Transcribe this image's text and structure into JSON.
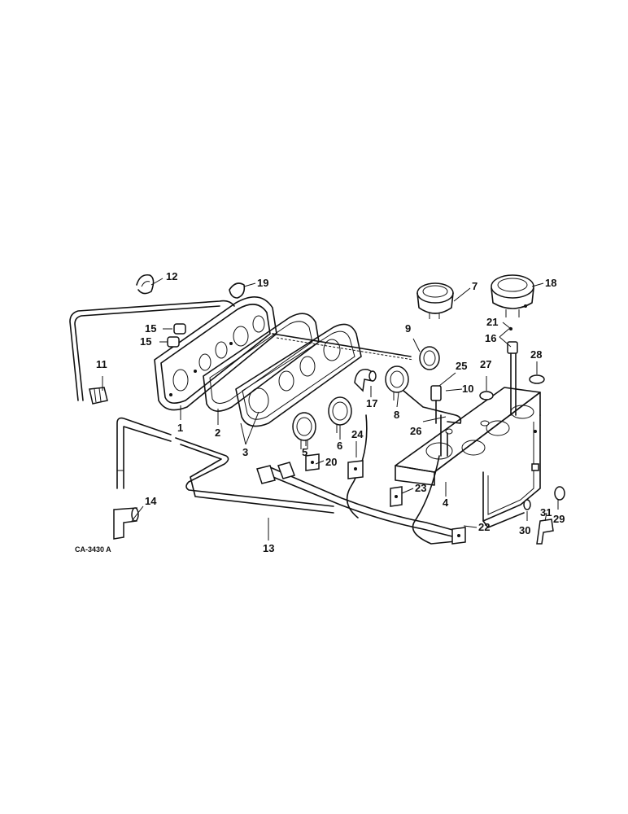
{
  "figure_code": "CA-3430 A",
  "callouts": [
    {
      "id": "c1",
      "text": "1"
    },
    {
      "id": "c2",
      "text": "2"
    },
    {
      "id": "c3",
      "text": "3"
    },
    {
      "id": "c4",
      "text": "4"
    },
    {
      "id": "c5",
      "text": "5"
    },
    {
      "id": "c6",
      "text": "6"
    },
    {
      "id": "c7",
      "text": "7"
    },
    {
      "id": "c8",
      "text": "8"
    },
    {
      "id": "c9",
      "text": "9"
    },
    {
      "id": "c10",
      "text": "10"
    },
    {
      "id": "c11",
      "text": "11"
    },
    {
      "id": "c12",
      "text": "12"
    },
    {
      "id": "c13",
      "text": "13"
    },
    {
      "id": "c14",
      "text": "14"
    },
    {
      "id": "c15a",
      "text": "15"
    },
    {
      "id": "c15b",
      "text": "15"
    },
    {
      "id": "c16",
      "text": "16"
    },
    {
      "id": "c17",
      "text": "17"
    },
    {
      "id": "c18",
      "text": "18"
    },
    {
      "id": "c19",
      "text": "19"
    },
    {
      "id": "c20",
      "text": "20"
    },
    {
      "id": "c21",
      "text": "21"
    },
    {
      "id": "c22",
      "text": "22"
    },
    {
      "id": "c23",
      "text": "23"
    },
    {
      "id": "c24",
      "text": "24"
    },
    {
      "id": "c25",
      "text": "25"
    },
    {
      "id": "c26",
      "text": "26"
    },
    {
      "id": "c27",
      "text": "27"
    },
    {
      "id": "c28",
      "text": "28"
    },
    {
      "id": "c29",
      "text": "29"
    },
    {
      "id": "c30",
      "text": "30"
    },
    {
      "id": "c31",
      "text": "31"
    }
  ]
}
